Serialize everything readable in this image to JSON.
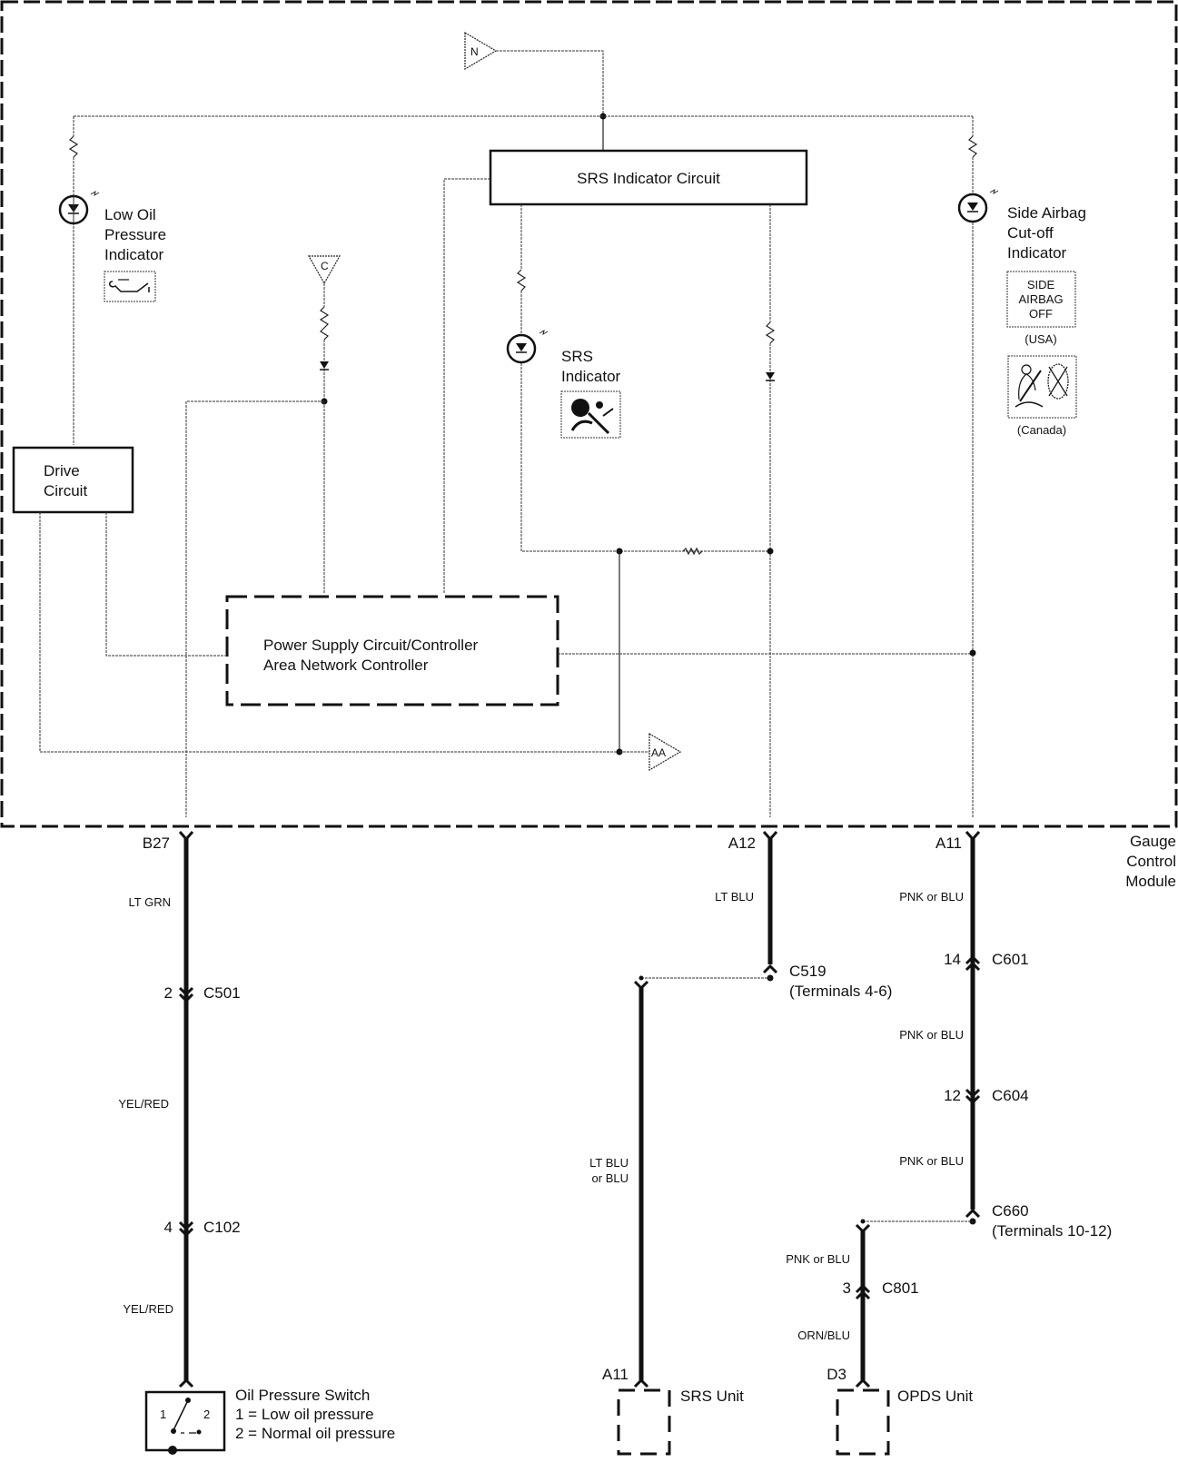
{
  "module": {
    "name_lines": [
      "Gauge",
      "Control",
      "Module"
    ]
  },
  "references": {
    "top_input": "N",
    "middle_input": "C",
    "output": "AA"
  },
  "blocks": {
    "srs_indicator_circuit": "SRS Indicator Circuit",
    "drive_circuit": [
      "Drive",
      "Circuit"
    ],
    "power_supply": [
      "Power Supply Circuit/Controller",
      "Area Network Controller"
    ]
  },
  "indicators": {
    "low_oil": {
      "label_lines": [
        "Low Oil",
        "Pressure",
        "Indicator"
      ],
      "icon": "oil-can-icon"
    },
    "srs": {
      "label_lines": [
        "SRS",
        "Indicator"
      ],
      "icon": "airbag-icon"
    },
    "side_airbag": {
      "label_lines": [
        "Side Airbag",
        "Cut-off",
        "Indicator"
      ],
      "usa_icon_text": [
        "SIDE",
        "AIRBAG",
        "OFF"
      ],
      "usa_caption": "(USA)",
      "canada_icon": "side-airbag-off-icon",
      "canada_caption": "(Canada)"
    }
  },
  "terminals": {
    "b27": "B27",
    "a12": "A12",
    "a11": "A11"
  },
  "circuits": {
    "oil": {
      "wires": [
        "LT GRN",
        "YEL/RED",
        "YEL/RED"
      ],
      "connectors": [
        {
          "pin": "2",
          "name": "C501"
        },
        {
          "pin": "4",
          "name": "C102"
        }
      ],
      "device": {
        "name": "Oil Pressure Switch",
        "legend": [
          "1 = Low oil pressure",
          "2 = Normal oil pressure"
        ],
        "pos1": "1",
        "pos2": "2"
      }
    },
    "srs": {
      "wires": [
        "LT BLU",
        "LT BLU",
        "or BLU"
      ],
      "junction": {
        "name": "C519",
        "note": "(Terminals 4-6)"
      },
      "device": {
        "terminal": "A11",
        "name": "SRS Unit"
      }
    },
    "opds": {
      "wires": [
        "PNK or BLU",
        "PNK or BLU",
        "PNK or BLU",
        "PNK or BLU",
        "ORN/BLU"
      ],
      "connectors": [
        {
          "pin": "14",
          "name": "C601"
        },
        {
          "pin": "12",
          "name": "C604"
        },
        {
          "pin": "3",
          "name": "C801"
        }
      ],
      "junction": {
        "name": "C660",
        "note": "(Terminals 10-12)"
      },
      "device": {
        "terminal": "D3",
        "name": "OPDS Unit"
      }
    }
  }
}
